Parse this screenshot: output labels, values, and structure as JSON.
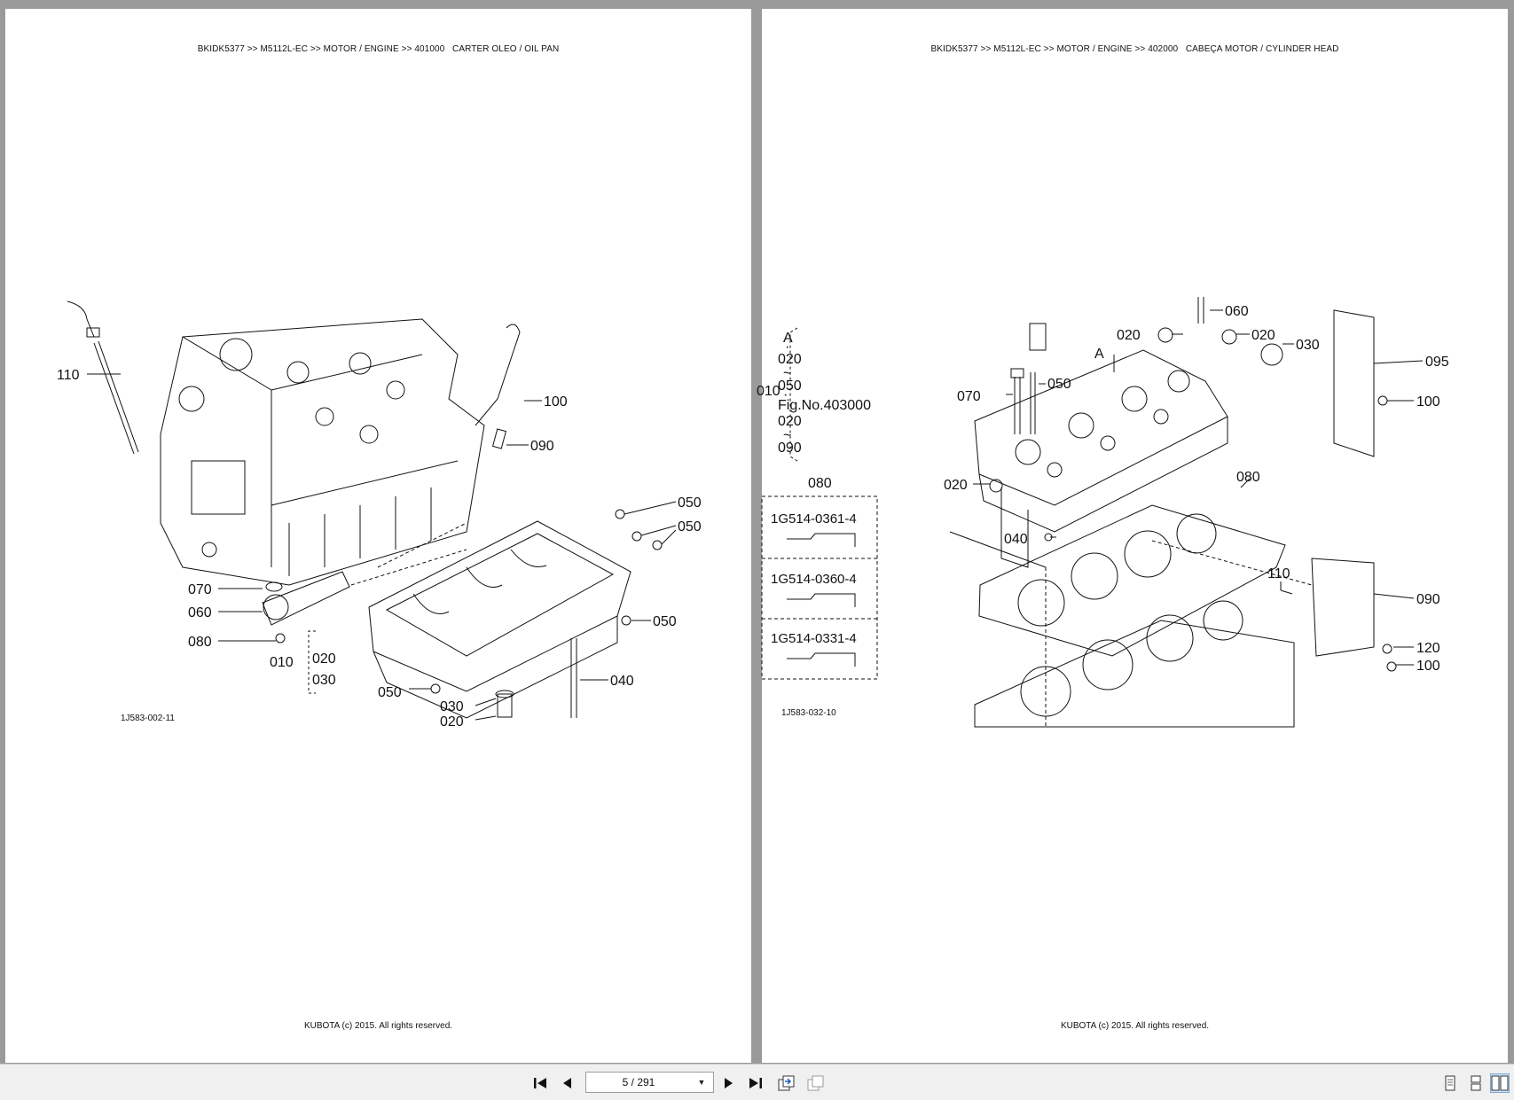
{
  "pages": [
    {
      "header_path": "BKIDK5377 >> M5112L-EC >> MOTOR / ENGINE >> 401000",
      "header_title": "CARTER OLEO / OIL PAN",
      "figure_code": "1J583-002-11",
      "footer": "KUBOTA (c) 2015. All rights reserved.",
      "callouts": [
        "110",
        "100",
        "090",
        "050",
        "050",
        "070",
        "060",
        "080",
        "010",
        "020",
        "030",
        "050",
        "050",
        "030",
        "020",
        "040"
      ]
    },
    {
      "header_path": "BKIDK5377 >> M5112L-EC >> MOTOR / ENGINE >> 402000",
      "header_title": "CABEÇA MOTOR / CYLINDER HEAD",
      "figure_code": "1J583-032-10",
      "footer": "KUBOTA (c) 2015. All rights reserved.",
      "callouts": [
        "060",
        "020",
        "020",
        "030",
        "095",
        "100",
        "050",
        "070",
        "A",
        "010",
        "080",
        "020",
        "080",
        "040",
        "110",
        "090",
        "120",
        "100"
      ],
      "bracket": {
        "letter": "A",
        "range1_start": "020",
        "range1_end": "050",
        "fig_ref": "Fig.No.403000",
        "range2_start": "020",
        "range2_end": "090",
        "tilde": "~",
        "dot": "·"
      },
      "options_label": "080",
      "options": [
        "1G514-0361-4",
        "1G514-0360-4",
        "1G514-0331-4"
      ]
    }
  ],
  "toolbar": {
    "page_value": "5 / 291",
    "first_icon": "first-page-icon",
    "prev_icon": "previous-page-icon",
    "next_icon": "next-page-icon",
    "last_icon": "last-page-icon",
    "dropdown_icon": "chevron-down-icon",
    "dropdown_glyph": "▼"
  }
}
